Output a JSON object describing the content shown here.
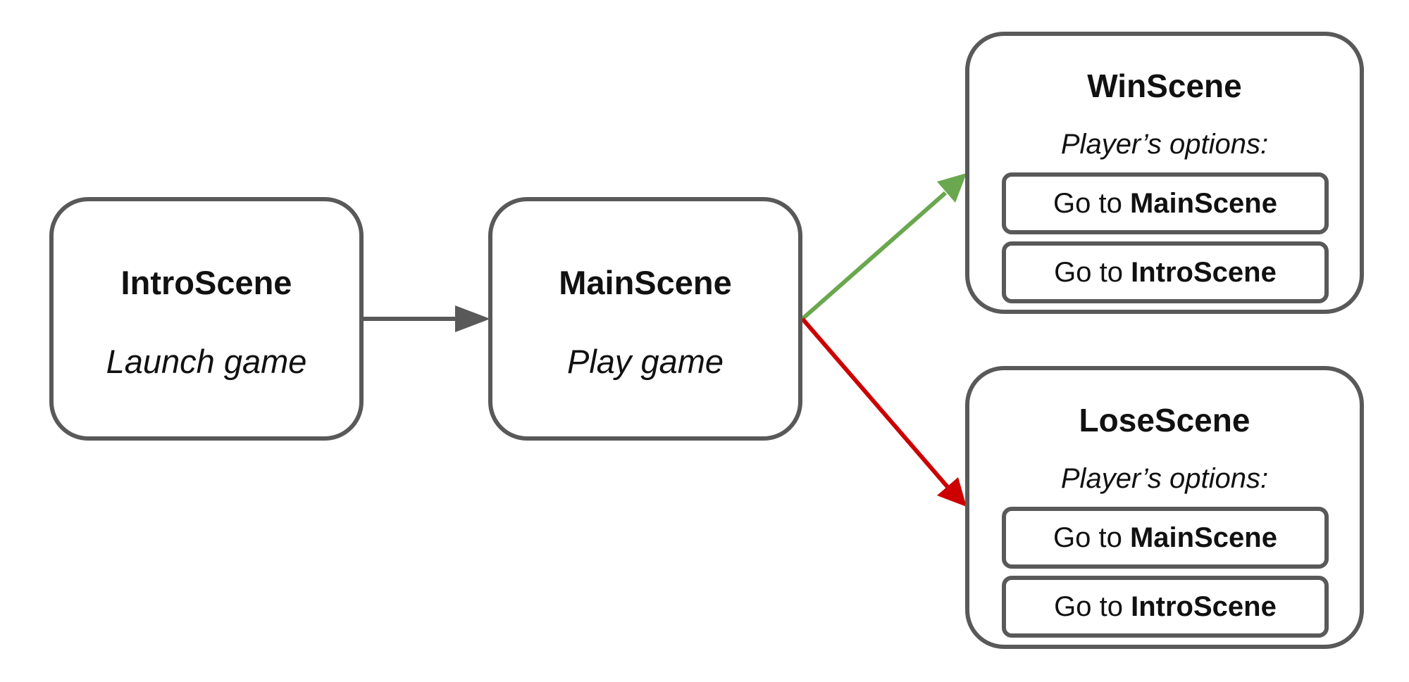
{
  "diagram": {
    "nodes": {
      "intro": {
        "title": "IntroScene",
        "subtitle": "Launch game"
      },
      "main": {
        "title": "MainScene",
        "subtitle": "Play game"
      },
      "win": {
        "title": "WinScene",
        "subtitle": "Player’s options:",
        "options": [
          {
            "prefix": "Go to ",
            "target": "MainScene"
          },
          {
            "prefix": "Go to ",
            "target": "IntroScene"
          }
        ]
      },
      "lose": {
        "title": "LoseScene",
        "subtitle": "Player’s options:",
        "options": [
          {
            "prefix": "Go to ",
            "target": "MainScene"
          },
          {
            "prefix": "Go to ",
            "target": "IntroScene"
          }
        ]
      }
    },
    "edges": [
      {
        "from": "intro",
        "to": "main",
        "color": "#595959"
      },
      {
        "from": "main",
        "to": "win",
        "color": "#6aa84f"
      },
      {
        "from": "main",
        "to": "lose",
        "color": "#cc0000"
      }
    ],
    "colors": {
      "border": "#595959",
      "text": "#111111",
      "background": "#ffffff"
    }
  }
}
